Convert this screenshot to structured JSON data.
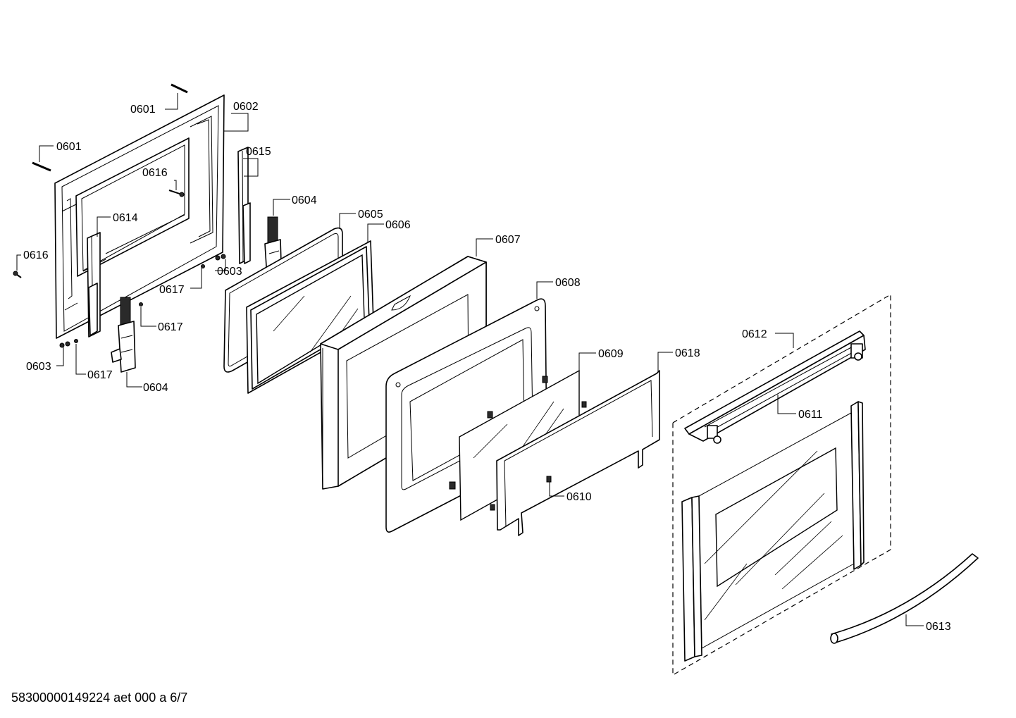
{
  "labels": {
    "p0601a": "0601",
    "p0601b": "0601",
    "p0602": "0602",
    "p0615": "0615",
    "p0616a": "0616",
    "p0616b": "0616",
    "p0604a": "0604",
    "p0604b": "0604",
    "p0614": "0614",
    "p0605": "0605",
    "p0606": "0606",
    "p0603a": "0603",
    "p0603b": "0603",
    "p0617a": "0617",
    "p0617b": "0617",
    "p0617c": "0617",
    "p0607": "0607",
    "p0608": "0608",
    "p0609": "0609",
    "p0618": "0618",
    "p0612": "0612",
    "p0611": "0611",
    "p0610": "0610",
    "p0613": "0613"
  },
  "footer": "58300000149224 aet 000 a 6/7"
}
